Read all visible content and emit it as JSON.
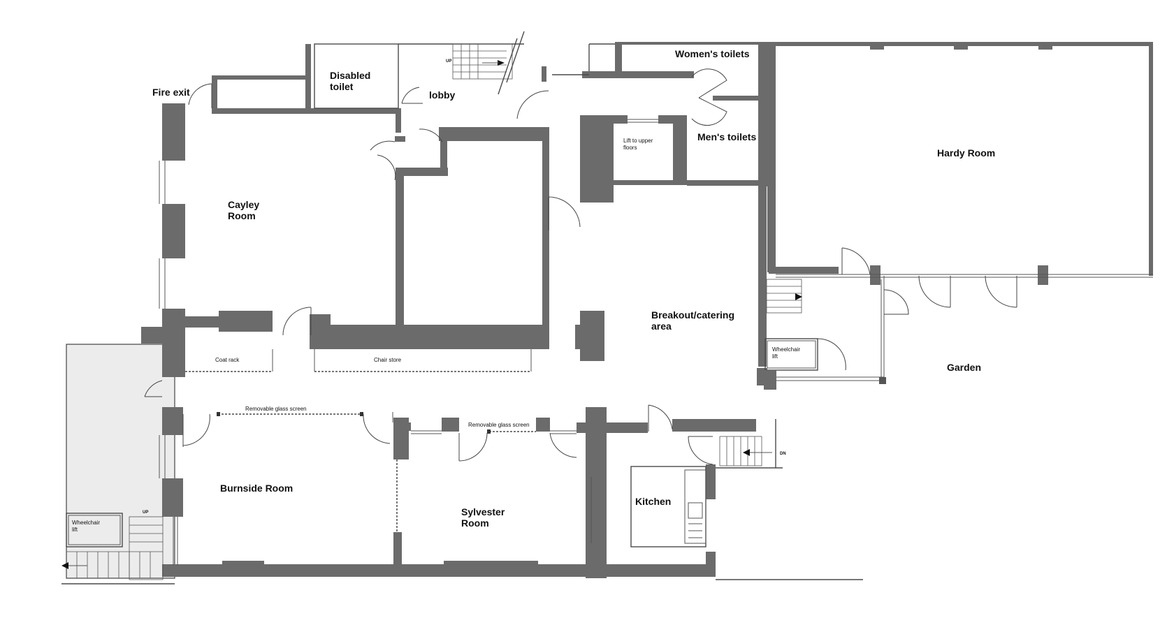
{
  "rooms": {
    "fire_exit": "Fire exit",
    "disabled_toilet_1": "Disabled",
    "disabled_toilet_2": "toilet",
    "lobby": "lobby",
    "womens_toilets": "Women's toilets",
    "mens_toilets": "Men's toilets",
    "lift_1": "Lift to upper",
    "lift_2": "floors",
    "hardy_room": "Hardy Room",
    "cayley_1": "Cayley",
    "cayley_2": "Room",
    "breakout_1": "Breakout/catering",
    "breakout_2": "area",
    "wheelchair_lift_1": "Wheelchair",
    "wheelchair_lift_2": "lift",
    "garden": "Garden",
    "coat_rack": "Coat  rack",
    "chair_store": "Chair store",
    "glass_screen_1": "Removable glass screen",
    "glass_screen_2": "Removable glass screen",
    "burnside": "Burnside Room",
    "sylvester_1": "Sylvester",
    "sylvester_2": "Room",
    "kitchen": "Kitchen",
    "wheelchair_lift_left_1": "Wheelchair",
    "wheelchair_lift_left_2": "lift"
  },
  "stairs": {
    "up_top": "UP",
    "up_left": "UP",
    "down": "DN"
  }
}
